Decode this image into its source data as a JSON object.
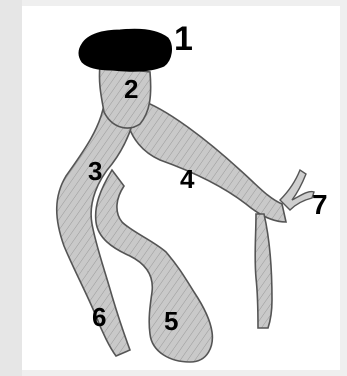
{
  "labels": {
    "l1": "1",
    "l2": "2",
    "l3": "3",
    "l4": "4",
    "l5": "5",
    "l6": "6",
    "l7": "7"
  },
  "colors": {
    "background": "#efefef",
    "panel": "#ffffff",
    "tube_fill": "#c8c8c8",
    "tube_stroke": "#555555",
    "cap": "#000000",
    "label": "#000000"
  }
}
